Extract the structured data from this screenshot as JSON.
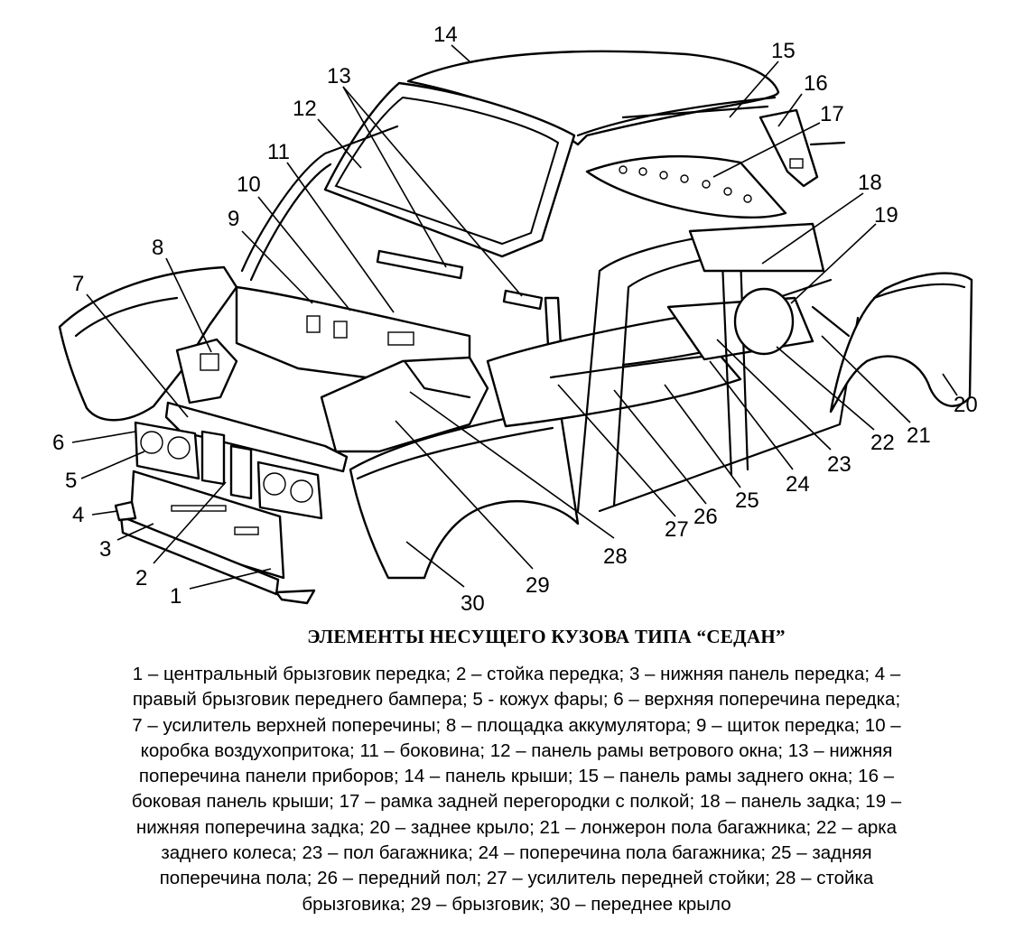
{
  "diagram": {
    "labels": [
      "1",
      "2",
      "3",
      "4",
      "5",
      "6",
      "7",
      "8",
      "9",
      "10",
      "11",
      "12",
      "13",
      "14",
      "15",
      "16",
      "17",
      "18",
      "19",
      "20",
      "21",
      "22",
      "23",
      "24",
      "25",
      "26",
      "27",
      "28",
      "29",
      "30"
    ]
  },
  "title": "ЭЛЕМЕНТЫ НЕСУЩЕГО КУЗОВА ТИПА “СЕДАН”",
  "caption_lines": [
    "1 – центральный брызговик передка; 2 – стойка передка; 3 – нижняя панель передка; 4 –",
    "правый брызговик переднего бампера; 5 - кожух фары; 6 – верхняя поперечина передка;",
    "7 – усилитель верхней поперечины; 8 – площадка аккумулятора; 9 – щиток передка; 10 –",
    "коробка воздухопритока; 11 – боковина; 12 – панель рамы ветрового окна; 13 – нижняя",
    "поперечина панели приборов; 14 – панель крыши; 15 – панель рамы заднего окна; 16 –",
    "боковая панель крыши; 17 – рамка задней перегородки с полкой; 18 – панель задка; 19 –",
    "нижняя поперечина задка; 20 – заднее крыло; 21 – лонжерон пола багажника; 22 – арка",
    "заднего колеса; 23 – пол багажника; 24 – поперечина пола багажника; 25 – задняя",
    "поперечина пола; 26 – передний пол; 27 – усилитель передней стойки; 28 – стойка",
    "брызговика; 29 – брызговик; 30 – переднее крыло"
  ]
}
